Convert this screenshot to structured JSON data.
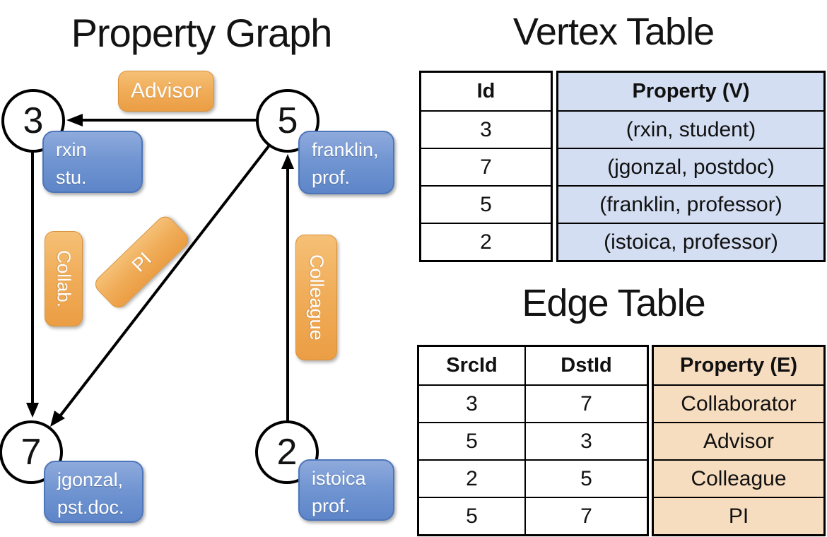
{
  "titles": {
    "graph": "Property Graph",
    "vertex": "Vertex Table",
    "edge": "Edge Table"
  },
  "graph": {
    "nodes": [
      {
        "id": "3",
        "label_line1": "rxin",
        "label_line2": "stu."
      },
      {
        "id": "5",
        "label_line1": "franklin,",
        "label_line2": "prof."
      },
      {
        "id": "7",
        "label_line1": "jgonzal,",
        "label_line2": "pst.doc."
      },
      {
        "id": "2",
        "label_line1": "istoica",
        "label_line2": "prof."
      }
    ],
    "edge_labels": {
      "advisor": "Advisor",
      "collab": "Collab.",
      "pi": "PI",
      "colleague": "Colleague"
    }
  },
  "vertex_table": {
    "headers": {
      "id": "Id",
      "property": "Property (V)"
    },
    "rows": [
      {
        "id": "3",
        "property": "(rxin, student)"
      },
      {
        "id": "7",
        "property": "(jgonzal, postdoc)"
      },
      {
        "id": "5",
        "property": "(franklin, professor)"
      },
      {
        "id": "2",
        "property": "(istoica, professor)"
      }
    ]
  },
  "edge_table": {
    "headers": {
      "src": "SrcId",
      "dst": "DstId",
      "property": "Property (E)"
    },
    "rows": [
      {
        "src": "3",
        "dst": "7",
        "property": "Collaborator"
      },
      {
        "src": "5",
        "dst": "3",
        "property": "Advisor"
      },
      {
        "src": "2",
        "dst": "5",
        "property": "Colleague"
      },
      {
        "src": "5",
        "dst": "7",
        "property": "PI"
      }
    ]
  },
  "colors": {
    "vertex_property_fill": "#d3def2",
    "edge_property_fill": "#f7ddbf",
    "node_box_blue": "#7296d2",
    "edge_label_orange": "#f0ac58",
    "line_black": "#000000"
  }
}
